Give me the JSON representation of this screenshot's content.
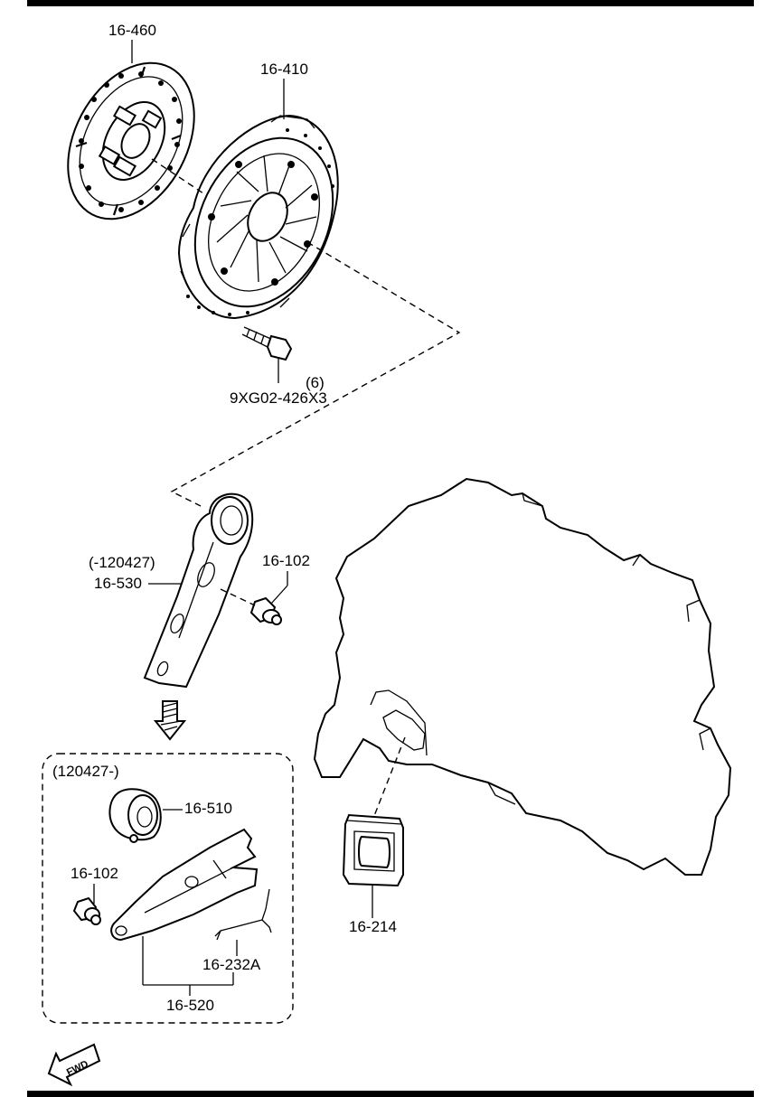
{
  "labels": {
    "clutch_disc": "16-460",
    "clutch_cover": "16-410",
    "bolt_qty": "(6)",
    "bolt_part": "9XG02-426X3",
    "release_fork_old_range": "(-120427)",
    "release_fork_old": "16-530",
    "pivot_bolt_upper": "16-102",
    "new_range": "(120427-)",
    "release_bearing": "16-510",
    "pivot_bolt_lower": "16-102",
    "retaining_spring": "16-232A",
    "release_fork_new": "16-520",
    "boot": "16-214",
    "fwd": "FWD"
  }
}
